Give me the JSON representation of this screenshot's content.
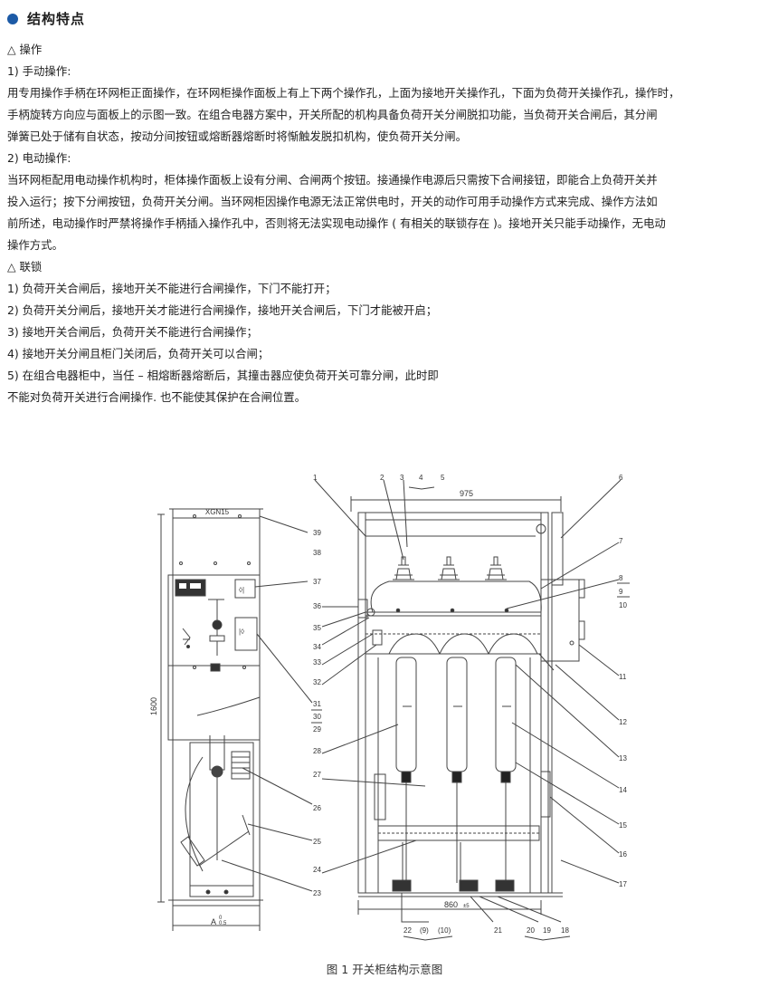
{
  "section_title": "结构特点",
  "paragraphs": [
    "△ 操作",
    "1) 手动操作:",
    "用专用操作手柄在环网柜正面操作，在环网柜操作面板上有上下两个操作孔，上面为接地开关操作孔，下面为负荷开关操作孔，操作时，",
    "手柄旋转方向应与面板上的示图一致。在组合电器方案中，开关所配的机构具备负荷开关分闸脱扣功能，当负荷开关合闸后，其分闸",
    "弹簧已处于储有自状态，按动分间按钮或熔断器熔断时将惭触发脱扣机构，使负荷开关分闸。",
    "2) 电动操作:",
    "当环网柜配用电动操作机构时，柜体操作面板上设有分闸、合闸两个按钮。接通操作电源后只需按下合闸接钮，即能合上负荷开关并",
    "投入运行；按下分闸按钮，负荷开关分闸。当环网柜因操作电源无法正常供电时，开关的动作可用手动操作方式来完成、操作方法如",
    "前所述，电动操作时严禁将操作手柄插入操作孔中，否则将无法实现电动操作 ( 有相关的联锁存在 )。接地开关只能手动操作，无电动",
    "操作方式。",
    "△ 联锁",
    "1) 负荷开关合闸后，接地开关不能进行合闸操作，下门不能打开；",
    "2) 负荷开关分闸后，接地开关才能进行合闸操作，接地开关合闸后，下门才能被开启；",
    "3) 接地开关合闸后，负荷开关不能进行合闸操作；",
    "4) 接地开关分闸且柜门关闭后，负荷开关可以合闸；",
    "5) 在组合电器柜中，当任 – 相熔断器熔断后，其撞击器应使负荷开关可靠分闸，此时即",
    "不能对负荷开关进行合闸操作. 也不能使其保护在合闸位置。"
  ],
  "figure": {
    "caption": "图 1 开关柜结构示意图",
    "front_view": {
      "nameplate": "XGN15",
      "height_dim": "1600",
      "width_dim_prefix": "A",
      "width_tol_top": "0",
      "width_tol_bottom": "0.5",
      "callouts_right": [
        "39",
        "38",
        "37",
        "36",
        "35",
        "34",
        "33",
        "32",
        "31",
        "30",
        "29",
        "28",
        "27",
        "26",
        "25",
        "24",
        "23"
      ]
    },
    "side_view": {
      "top_width_dim": "975",
      "bottom_width_dim": "860",
      "bottom_tol": "±5",
      "callouts_top": [
        "1",
        "2",
        "3",
        "4",
        "5",
        "6"
      ],
      "callouts_right": [
        "7",
        "8",
        "9",
        "10",
        "11",
        "12",
        "13",
        "14",
        "15",
        "16",
        "17"
      ],
      "callouts_bottom": [
        "22",
        "(9)",
        "(10)",
        "21",
        "20",
        "19",
        "18"
      ]
    }
  }
}
